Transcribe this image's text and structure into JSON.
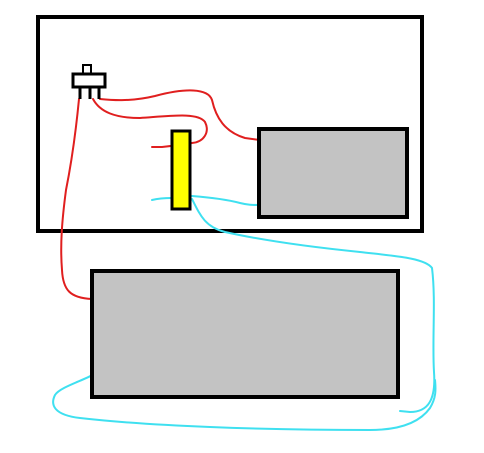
{
  "diagram": {
    "colors": {
      "background": "#ffffff",
      "outline": "#000000",
      "component_fill": "#c3c3c3",
      "resistor_fill": "#ffff00",
      "wire_red": "#e01f1f",
      "wire_cyan": "#3fe0f0"
    },
    "components": [
      {
        "name": "enclosure-box",
        "kind": "box"
      },
      {
        "name": "slide-switch",
        "kind": "switch"
      },
      {
        "name": "resistor",
        "kind": "resistor"
      },
      {
        "name": "small-module",
        "kind": "module"
      },
      {
        "name": "large-module",
        "kind": "module"
      }
    ],
    "wires": [
      {
        "name": "red-wire-switch-to-small-module",
        "color": "red"
      },
      {
        "name": "red-wire-switch-loop-to-resistor",
        "color": "red"
      },
      {
        "name": "red-wire-switch-to-large-module",
        "color": "red"
      },
      {
        "name": "cyan-wire-resistor-to-small-module",
        "color": "cyan"
      },
      {
        "name": "cyan-wire-resistor-to-large-module",
        "color": "cyan"
      },
      {
        "name": "cyan-wire-large-module-loop",
        "color": "cyan"
      }
    ]
  }
}
